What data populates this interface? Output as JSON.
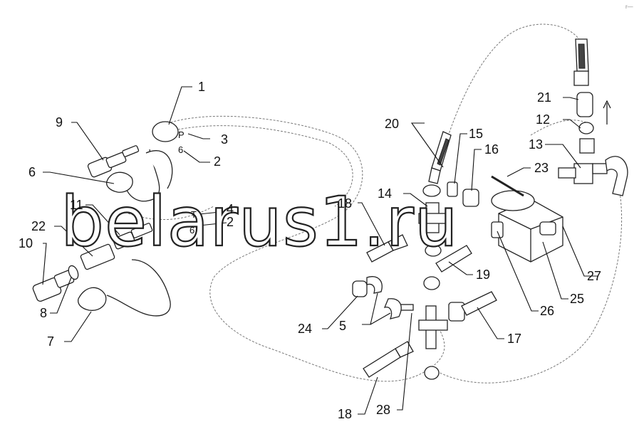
{
  "callouts": [
    {
      "id": "c1",
      "text": "1"
    },
    {
      "id": "c2a",
      "text": "2"
    },
    {
      "id": "c2b",
      "text": "2"
    },
    {
      "id": "c3",
      "text": "3"
    },
    {
      "id": "c4",
      "text": "4"
    },
    {
      "id": "c5",
      "text": "5"
    },
    {
      "id": "c6",
      "text": "6"
    },
    {
      "id": "c7",
      "text": "7"
    },
    {
      "id": "c8",
      "text": "8"
    },
    {
      "id": "c9",
      "text": "9"
    },
    {
      "id": "c10",
      "text": "10"
    },
    {
      "id": "c11",
      "text": "11"
    },
    {
      "id": "c12",
      "text": "12"
    },
    {
      "id": "c13",
      "text": "13"
    },
    {
      "id": "c14",
      "text": "14"
    },
    {
      "id": "c15",
      "text": "15"
    },
    {
      "id": "c16",
      "text": "16"
    },
    {
      "id": "c17",
      "text": "17"
    },
    {
      "id": "c18a",
      "text": "18"
    },
    {
      "id": "c18b",
      "text": "18"
    },
    {
      "id": "c19",
      "text": "19"
    },
    {
      "id": "c20",
      "text": "20"
    },
    {
      "id": "c21",
      "text": "21"
    },
    {
      "id": "c22",
      "text": "22"
    },
    {
      "id": "c23",
      "text": "23"
    },
    {
      "id": "c24",
      "text": "24"
    },
    {
      "id": "c25",
      "text": "25"
    },
    {
      "id": "c26",
      "text": "26"
    },
    {
      "id": "c27",
      "text": "27"
    },
    {
      "id": "c28",
      "text": "28"
    }
  ],
  "tags": {
    "p": "P",
    "six_a": "6",
    "t": "T",
    "six_b": "6"
  },
  "watermark": "belarus1.ru",
  "corner_mark": "r—"
}
